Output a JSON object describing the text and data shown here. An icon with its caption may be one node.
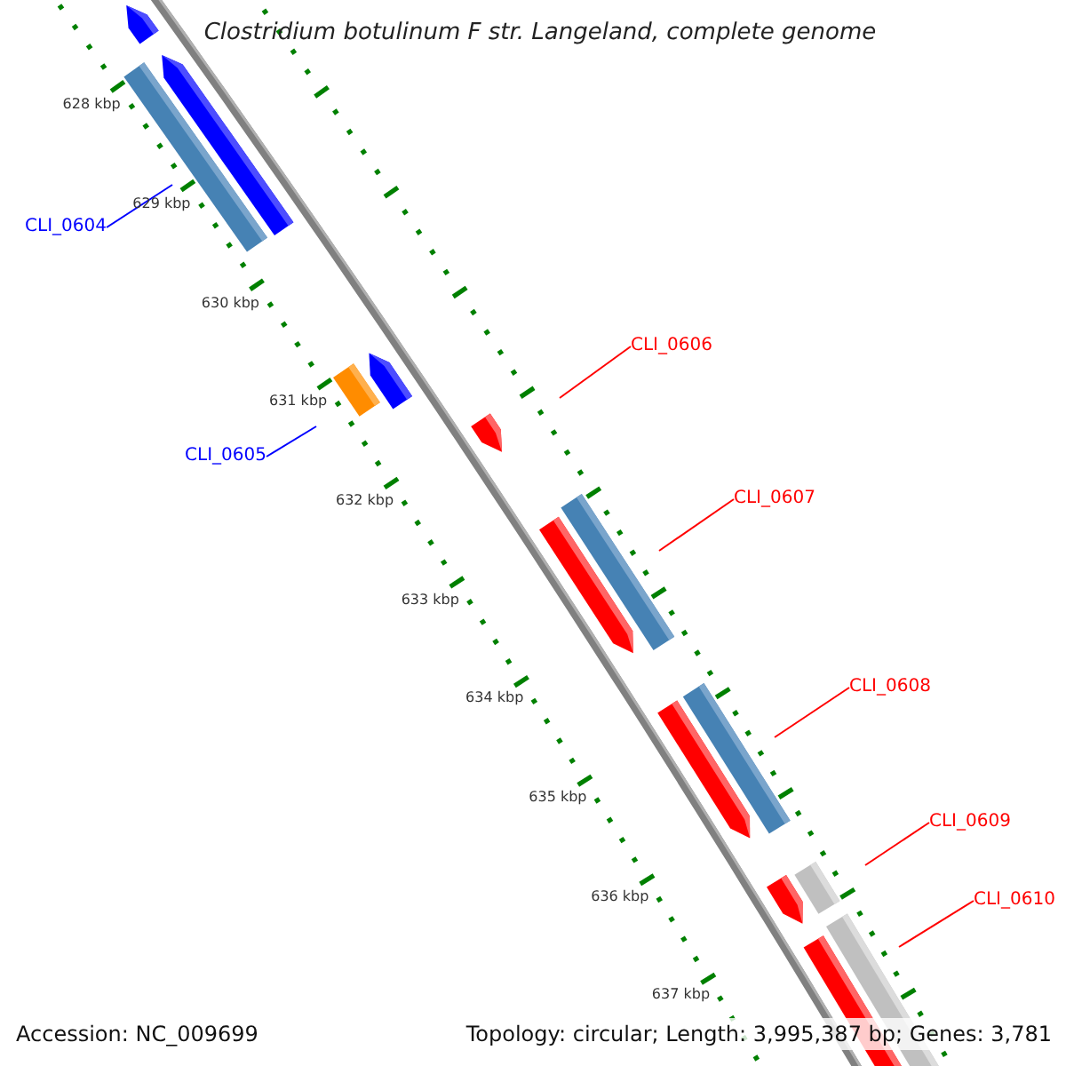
{
  "diagram": {
    "title": "Clostridium botulinum F str. Langeland, complete genome",
    "nodes": [
      {
        "text": [
          "CLI_0604"
        ]
      },
      {
        "text": [
          "CLI_0605"
        ]
      },
      {
        "text": [
          "CLI_0606"
        ]
      },
      {
        "text": [
          "CLI_0607"
        ]
      },
      {
        "text": [
          "CLI_0608"
        ]
      },
      {
        "text": [
          "CLI_0609"
        ]
      },
      {
        "text": [
          "CLI_0610"
        ]
      }
    ],
    "edges": [
      {
        "from": 0,
        "to": null,
        "arrow": "none",
        "color": "#0000ff"
      },
      {
        "from": 1,
        "to": null,
        "arrow": "none",
        "color": "#0000ff"
      },
      {
        "from": 2,
        "to": null,
        "arrow": "none"
      },
      {
        "from": 3,
        "to": null,
        "arrow": "none"
      },
      {
        "from": 4,
        "to": null,
        "arrow": "none"
      },
      {
        "from": 5,
        "to": null,
        "arrow": "none"
      },
      {
        "from": 6,
        "to": null,
        "arrow": "none"
      }
    ],
    "labels": [
      "628 kbp",
      "629 kbp",
      "630 kbp",
      "631 kbp",
      "632 kbp",
      "633 kbp",
      "634 kbp",
      "635 kbp",
      "636 kbp",
      "637 kbp",
      "Accession: NC_009699",
      "Topology: circular; Length: 3,995,387 bp; Genes: 3,781"
    ]
  }
}
